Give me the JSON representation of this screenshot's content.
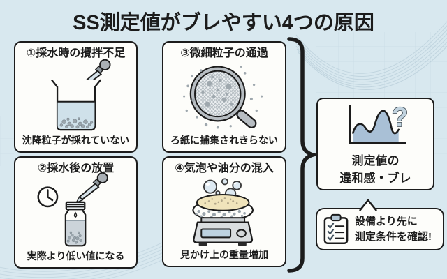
{
  "title": "SS測定値がブレやすい4つの原因",
  "causes": [
    {
      "heading": "①採水時の攪拌不足",
      "caption": "沈降粒子が採れていない",
      "illustration": "dropper-over-beaker"
    },
    {
      "heading": "②採水後の放置",
      "caption": "実際より低い値になる",
      "illustration": "clock-bottle-dropper"
    },
    {
      "heading": "③微細粒子の通過",
      "caption": "ろ紙に捕集されきらない",
      "illustration": "magnifier-on-filter"
    },
    {
      "heading": "④気泡や油分の混入",
      "caption": "見かけ上の重量増加",
      "illustration": "bubbly-dish-on-scale"
    }
  ],
  "result_box": {
    "line1": "測定値の",
    "line2": "違和感・ブレ",
    "question_mark": "?"
  },
  "advice": {
    "line1": "設備より先に",
    "line2": "測定条件を確認!"
  },
  "icons": [
    "line-chart-icon",
    "question-mark",
    "checklist-clipboard-icon",
    "curly-brace",
    "speech-bubble-pointer"
  ],
  "colors": {
    "background": "#d8e8ef",
    "ink": "#1c1c1c",
    "card_bg": "#fdfdfa",
    "chart_fill": "#a9c0d6",
    "water": "#cfe1ea",
    "liquid_gray": "#ccd4da",
    "oil": "#f0e4bb",
    "metal": "#d9dddf",
    "bubble_fill": "#dde9f1",
    "grid": "#c3d8e2",
    "wave": "#b6ccd8"
  }
}
